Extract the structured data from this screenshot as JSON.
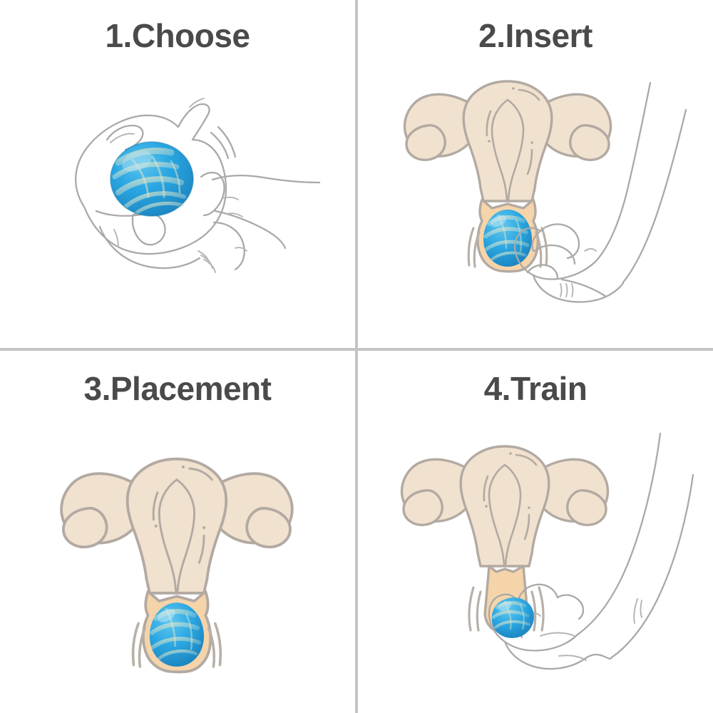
{
  "page": {
    "background_color": "#ffffff",
    "divider_color": "#c4c4c4",
    "layout": "2x2-grid"
  },
  "theme": {
    "title_color": "#4a4a4a",
    "line_art_color": "#a9a9a9",
    "organ_fill": "#f1e1cf",
    "organ_outline": "#b2aaa2",
    "canal_fill": "#f6d4aa",
    "ball_blue": "#2aa5e0",
    "ball_blue_dark": "#1f8cc4",
    "ball_cream": "#e8e2bd"
  },
  "panels": [
    {
      "id": "panel-1",
      "step_number": "1",
      "title": "1.Choose",
      "subject": "hand-holding-ball",
      "icons": [
        "hand-icon",
        "kegel-ball-icon"
      ]
    },
    {
      "id": "panel-2",
      "step_number": "2",
      "title": "2.Insert",
      "subject": "uterus-with-ball-at-entrance-and-hand",
      "icons": [
        "uterus-icon",
        "kegel-ball-icon",
        "hand-icon"
      ]
    },
    {
      "id": "panel-3",
      "step_number": "3",
      "title": "3.Placement",
      "subject": "uterus-with-ball-seated",
      "icons": [
        "uterus-icon",
        "kegel-ball-icon"
      ]
    },
    {
      "id": "panel-4",
      "step_number": "4",
      "title": "4.Train",
      "subject": "uterus-with-ball-removed-and-hand",
      "icons": [
        "uterus-icon",
        "kegel-ball-icon",
        "hand-icon"
      ]
    }
  ]
}
